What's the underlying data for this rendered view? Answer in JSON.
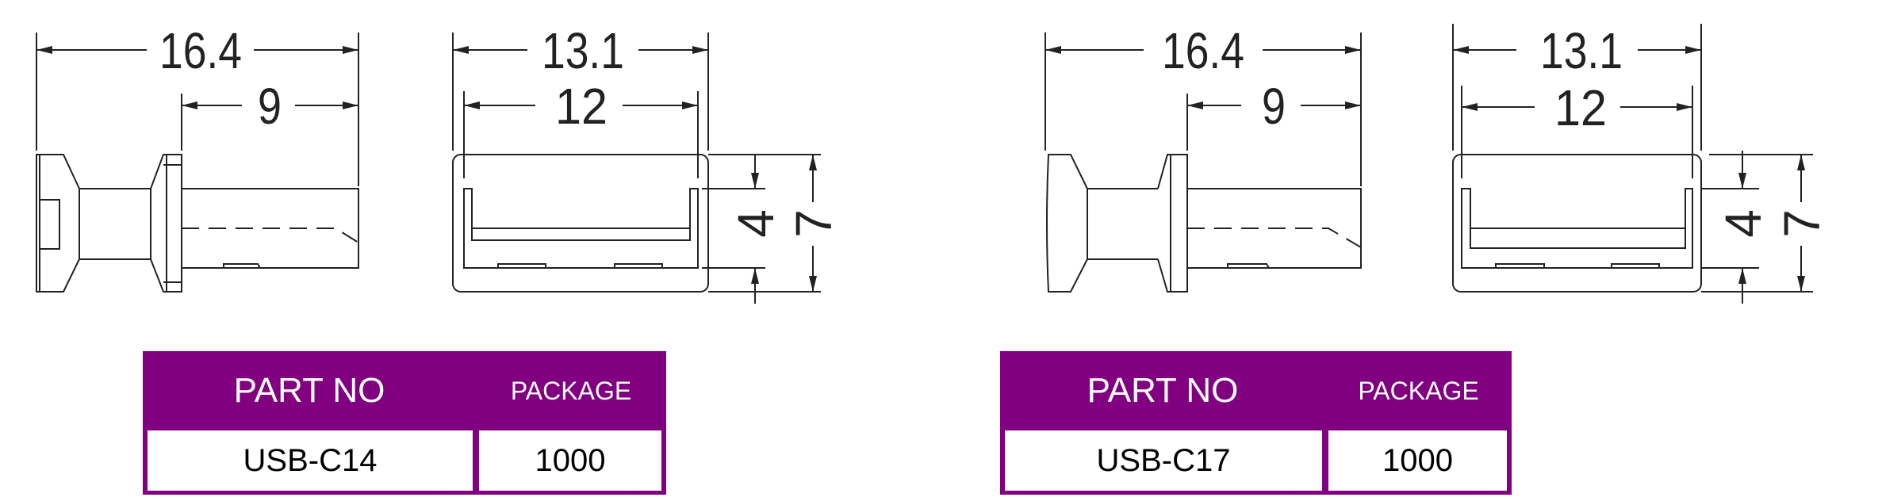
{
  "drawings": [
    {
      "overall_length": "16.4",
      "shaft_length": "9",
      "outer_width": "13.1",
      "inner_width": "12",
      "inner_height": "4",
      "outer_height": "7"
    },
    {
      "overall_length": "16.4",
      "shaft_length": "9",
      "outer_width": "13.1",
      "inner_width": "12",
      "inner_height": "4",
      "outer_height": "7"
    }
  ],
  "tables": [
    {
      "header_part": "PART NO",
      "header_package": "PACKAGE",
      "part_no": "USB-C14",
      "package": "1000"
    },
    {
      "header_part": "PART NO",
      "header_package": "PACKAGE",
      "part_no": "USB-C17",
      "package": "1000"
    }
  ],
  "colors": {
    "table_accent": "#800080",
    "line": "#222222"
  }
}
